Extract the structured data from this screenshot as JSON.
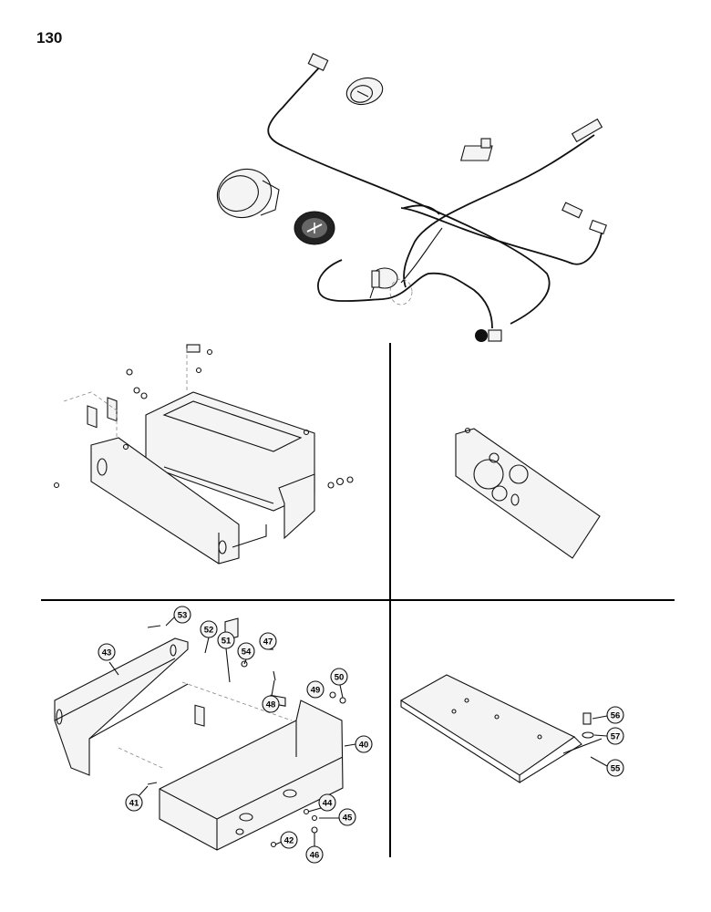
{
  "page": {
    "number": "130"
  },
  "callouts": [
    {
      "id": "53",
      "label": "53"
    },
    {
      "id": "43",
      "label": "43"
    },
    {
      "id": "52",
      "label": "52"
    },
    {
      "id": "51",
      "label": "51"
    },
    {
      "id": "54",
      "label": "54"
    },
    {
      "id": "47",
      "label": "47"
    },
    {
      "id": "48",
      "label": "48"
    },
    {
      "id": "49",
      "label": "49"
    },
    {
      "id": "50",
      "label": "50"
    },
    {
      "id": "40",
      "label": "40"
    },
    {
      "id": "41",
      "label": "41"
    },
    {
      "id": "44",
      "label": "44"
    },
    {
      "id": "45",
      "label": "45"
    },
    {
      "id": "42",
      "label": "42"
    },
    {
      "id": "46",
      "label": "46"
    },
    {
      "id": "56",
      "label": "56"
    },
    {
      "id": "57",
      "label": "57"
    },
    {
      "id": "55",
      "label": "55"
    }
  ]
}
